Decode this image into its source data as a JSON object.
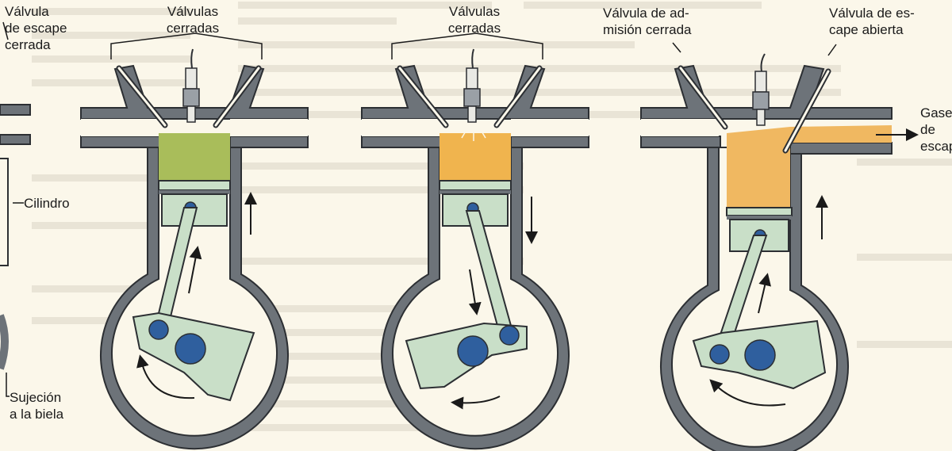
{
  "labels": {
    "exhaust_closed": "Válvula\nde escape\ncerrada",
    "valves_closed_1": "Válvulas\ncerradas",
    "valves_closed_2": "Válvulas\ncerradas",
    "intake_closed": "Válvula de ad-\nmisión cerrada",
    "exhaust_open": "Válvula de es-\ncape abierta",
    "exhaust_gases": "Gases\nde\nescape",
    "cylinder": "Cilindro",
    "rod_attachment": "Sujeción\na la biela"
  },
  "colors": {
    "casing": "#6d7379",
    "casing_stroke": "#2c2f33",
    "interior": "#fbf7ea",
    "piston": "#c9dfc8",
    "pin": "#2f5f9e",
    "compression_gas": "#a9bd5a",
    "combustion_gas": "#f0b44e",
    "exhaust_gas": "#f0b861",
    "arrow": "#1a1a1a"
  },
  "icons": [
    "spark-plug-icon",
    "arrow-up-icon",
    "arrow-down-icon",
    "rotation-arrow-icon"
  ]
}
